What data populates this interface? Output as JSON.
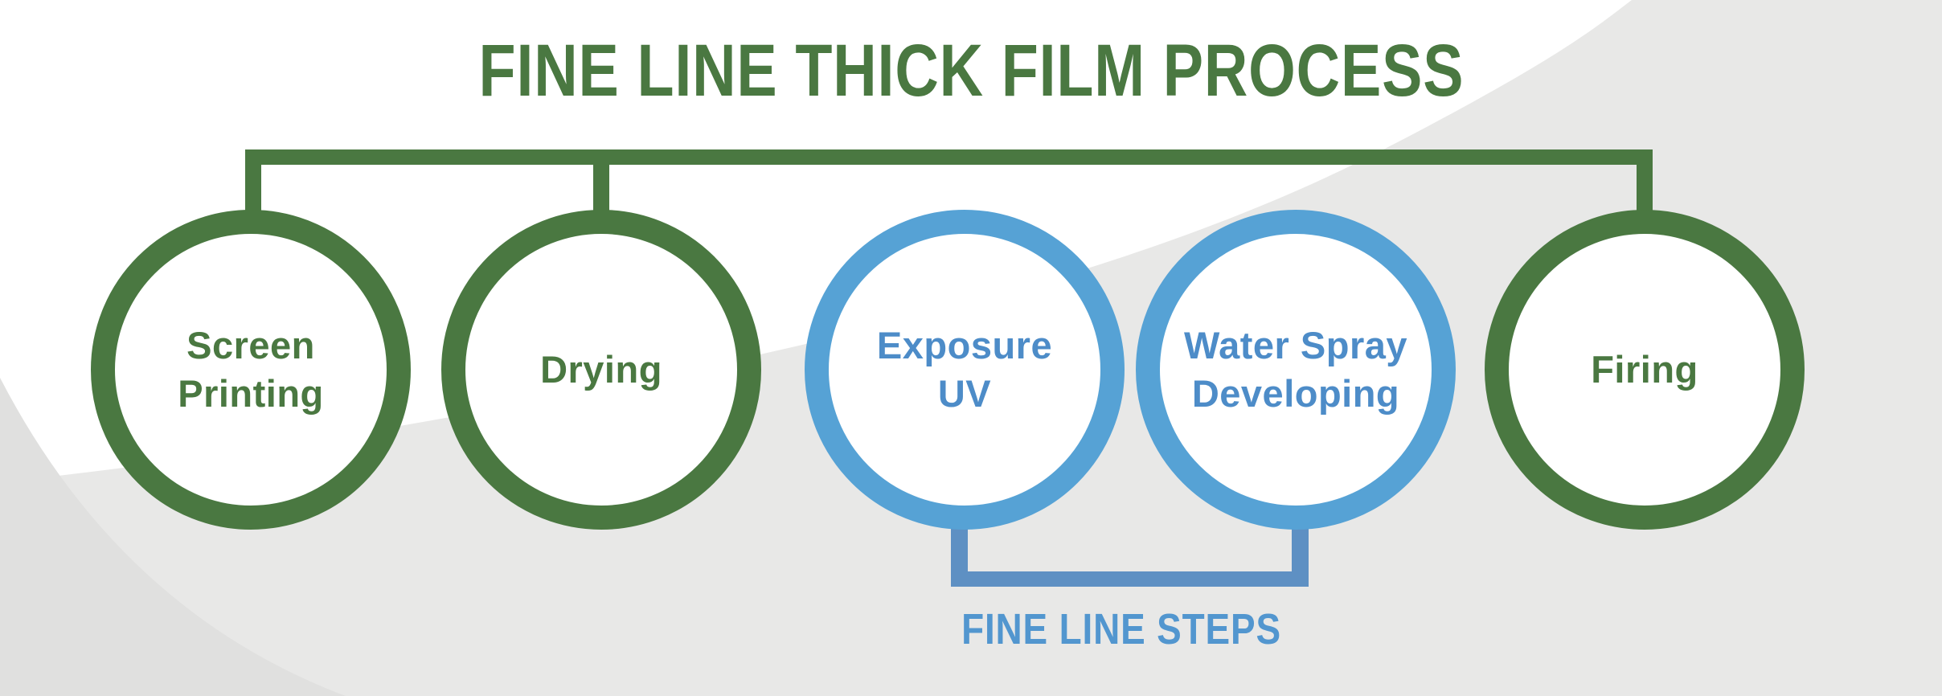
{
  "title": "FINE LINE THICK FILM PROCESS",
  "process": {
    "steps": [
      {
        "label": "Screen\nPrinting",
        "category": "standard"
      },
      {
        "label": "Drying",
        "category": "standard"
      },
      {
        "label": "Exposure\nUV",
        "category": "fine-line"
      },
      {
        "label": "Water Spray\nDeveloping",
        "category": "fine-line"
      },
      {
        "label": "Firing",
        "category": "standard"
      }
    ],
    "fine_line_group_label": "FINE LINE STEPS"
  },
  "colors": {
    "green": "#4a7841",
    "blue_ring": "#56a2d5",
    "blue_text": "#4d8cc8",
    "bracket_blue": "#5e90c3",
    "steps_blue": "#5296cf",
    "bg_gray": "#e8e8e7",
    "bg_gray_dark": "#e0e0df",
    "white": "#ffffff"
  }
}
